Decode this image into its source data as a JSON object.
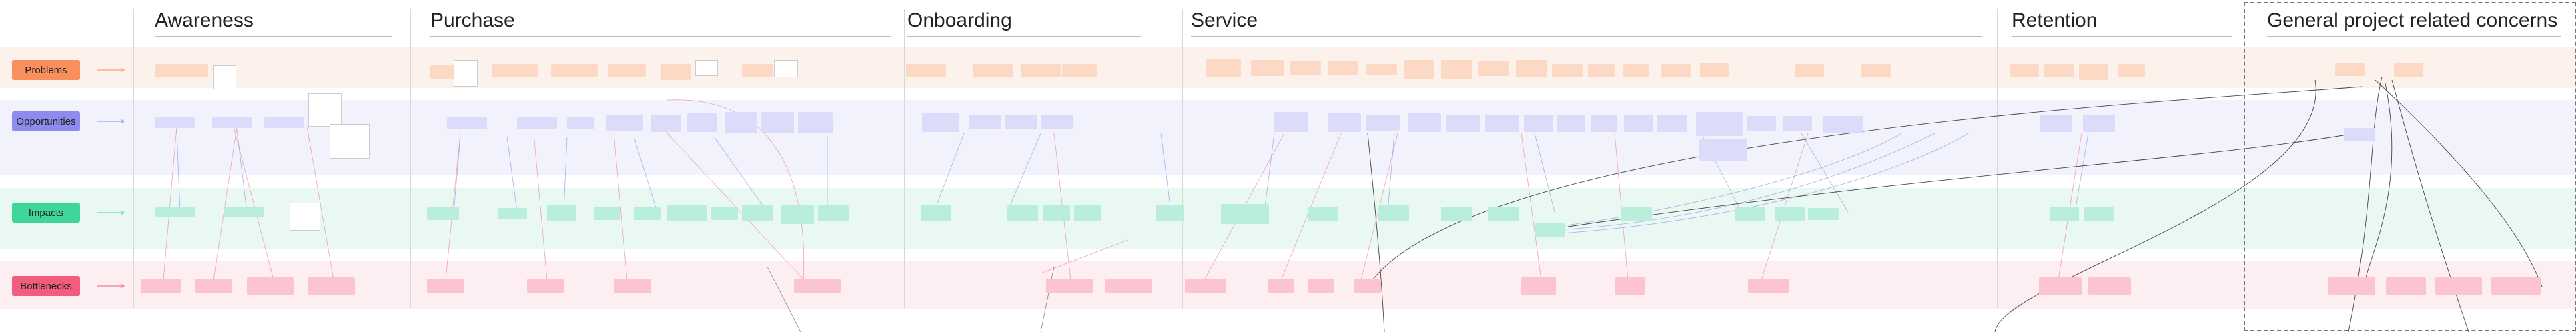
{
  "rows": [
    {
      "key": "problems",
      "label": "Problems",
      "color": "#f98f5c"
    },
    {
      "key": "opps",
      "label": "Opportunities",
      "color": "#8c8cf0"
    },
    {
      "key": "impacts",
      "label": "Impacts",
      "color": "#3fd69a"
    },
    {
      "key": "bottle",
      "label": "Bottlenecks",
      "color": "#f25c7e"
    }
  ],
  "phases": [
    {
      "title": "Awareness"
    },
    {
      "title": "Purchase"
    },
    {
      "title": "Onboarding"
    },
    {
      "title": "Service"
    },
    {
      "title": "Retention"
    },
    {
      "title": "General project related concerns"
    }
  ],
  "cards": {
    "problems": [
      "",
      "",
      "",
      "",
      "",
      "",
      "",
      "",
      "",
      "",
      "",
      "",
      "",
      "",
      "",
      "",
      "",
      "",
      "",
      "",
      "",
      "",
      "",
      "",
      "",
      "",
      "",
      "",
      "",
      "",
      "",
      ""
    ],
    "opportunities": [
      "",
      "",
      "",
      "",
      "",
      "",
      "",
      "",
      "",
      "",
      "",
      "",
      "",
      "",
      "",
      "",
      "",
      "",
      "",
      "",
      "",
      "",
      "",
      "",
      "",
      "",
      "",
      "",
      "",
      "",
      "",
      "",
      "",
      "",
      ""
    ],
    "impacts": [
      "",
      "",
      "",
      "",
      "",
      "",
      "",
      "",
      "",
      "",
      "",
      "",
      "",
      "",
      "",
      "",
      "",
      "",
      "",
      "",
      "",
      "",
      "",
      "",
      ""
    ],
    "bottlenecks": [
      "",
      "",
      "",
      "",
      "",
      "",
      "",
      "",
      "",
      "",
      "",
      "",
      "",
      "",
      "",
      "",
      "",
      "",
      "",
      ""
    ]
  }
}
